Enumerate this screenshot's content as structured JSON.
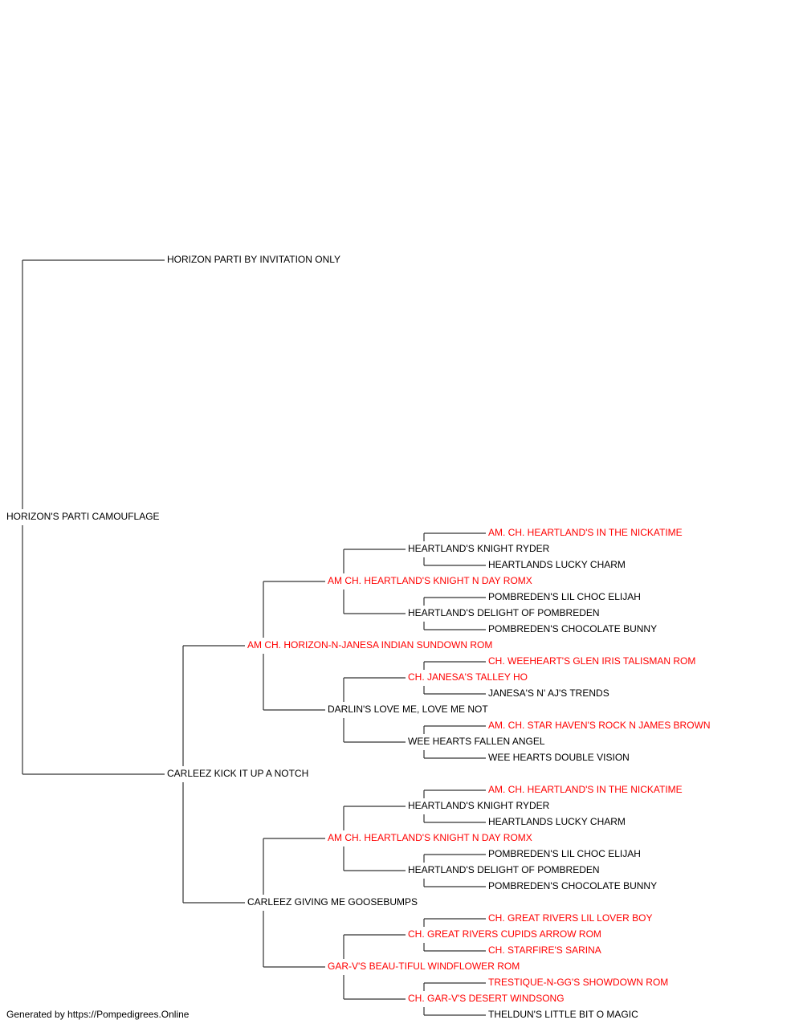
{
  "colors": {
    "champion": "#ff0000",
    "normal": "#000000",
    "line": "#333333"
  },
  "footer": "Generated by https://Pompedigrees.Online",
  "pedigree": {
    "name": "HORIZON'S PARTI CAMOUFLAGE",
    "champion": false,
    "sire": {
      "name": "HORIZON PARTI BY INVITATION ONLY",
      "champion": false
    },
    "dam": {
      "name": "CARLEEZ KICK IT UP A NOTCH",
      "champion": false,
      "sire": {
        "name": "AM CH. HORIZON-N-JANESA INDIAN SUNDOWN ROM",
        "champion": true,
        "sire": {
          "name": "AM CH. HEARTLAND'S KNIGHT N DAY ROMX",
          "champion": true,
          "sire": {
            "name": "HEARTLAND'S KNIGHT RYDER",
            "champion": false,
            "sire": {
              "name": "AM. CH. HEARTLAND'S IN THE NICKATIME",
              "champion": true
            },
            "dam": {
              "name": "HEARTLANDS LUCKY CHARM",
              "champion": false
            }
          },
          "dam": {
            "name": "HEARTLAND'S DELIGHT OF POMBREDEN",
            "champion": false,
            "sire": {
              "name": "POMBREDEN'S LIL CHOC ELIJAH",
              "champion": false
            },
            "dam": {
              "name": "POMBREDEN'S CHOCOLATE BUNNY",
              "champion": false
            }
          }
        },
        "dam": {
          "name": "DARLIN'S LOVE ME, LOVE ME NOT",
          "champion": false,
          "sire": {
            "name": "CH. JANESA'S TALLEY HO",
            "champion": true,
            "sire": {
              "name": "CH. WEEHEART'S GLEN IRIS TALISMAN ROM",
              "champion": true
            },
            "dam": {
              "name": "JANESA'S N' AJ'S TRENDS",
              "champion": false
            }
          },
          "dam": {
            "name": "WEE HEARTS FALLEN ANGEL",
            "champion": false,
            "sire": {
              "name": "AM. CH. STAR HAVEN'S ROCK N JAMES BROWN",
              "champion": true
            },
            "dam": {
              "name": "WEE HEARTS DOUBLE VISION",
              "champion": false
            }
          }
        }
      },
      "dam": {
        "name": "CARLEEZ GIVING ME GOOSEBUMPS",
        "champion": false,
        "sire": {
          "name": "AM CH. HEARTLAND'S KNIGHT N DAY ROMX",
          "champion": true,
          "sire": {
            "name": "HEARTLAND'S KNIGHT RYDER",
            "champion": false,
            "sire": {
              "name": "AM. CH. HEARTLAND'S IN THE NICKATIME",
              "champion": true
            },
            "dam": {
              "name": "HEARTLANDS LUCKY CHARM",
              "champion": false
            }
          },
          "dam": {
            "name": "HEARTLAND'S DELIGHT OF POMBREDEN",
            "champion": false,
            "sire": {
              "name": "POMBREDEN'S LIL CHOC ELIJAH",
              "champion": false
            },
            "dam": {
              "name": "POMBREDEN'S CHOCOLATE BUNNY",
              "champion": false
            }
          }
        },
        "dam": {
          "name": "GAR-V'S BEAU-TIFUL WINDFLOWER ROM",
          "champion": true,
          "sire": {
            "name": "CH. GREAT RIVERS CUPIDS ARROW ROM",
            "champion": true,
            "sire": {
              "name": "CH. GREAT RIVERS LIL LOVER BOY",
              "champion": true
            },
            "dam": {
              "name": "CH. STARFIRE'S SARINA",
              "champion": true
            }
          },
          "dam": {
            "name": "CH. GAR-V'S DESERT WINDSONG",
            "champion": true,
            "sire": {
              "name": "TRESTIQUE-N-GG'S SHOWDOWN ROM",
              "champion": true
            },
            "dam": {
              "name": "THELDUN'S LITTLE BIT O MAGIC",
              "champion": false
            }
          }
        }
      }
    }
  }
}
